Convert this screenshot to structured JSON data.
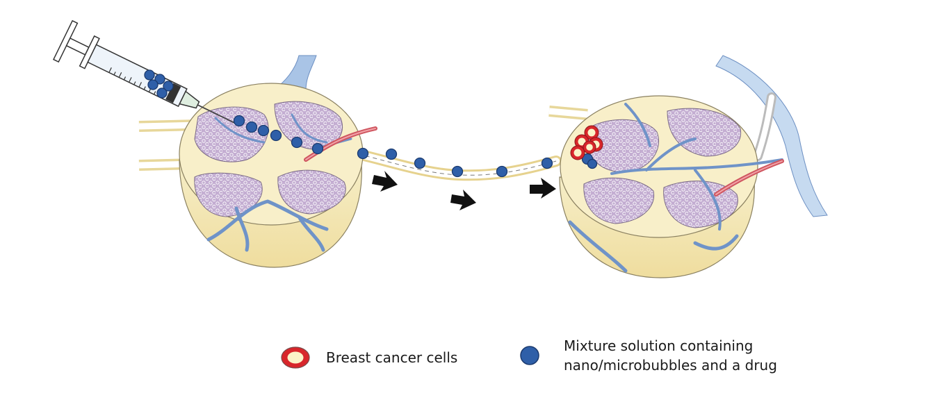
{
  "legend": {
    "cancer_label": "Breast cancer cells",
    "mixture_line1": "Mixture solution containing",
    "mixture_line2": "nano/microbubbles and a drug"
  },
  "colors": {
    "bubble_fill": "#2f5fa8",
    "bubble_stroke": "#1b3a6e",
    "cancer_outer": "#d8262b",
    "cancer_inner": "#fbf3c8",
    "tissue": "#b8a0c6",
    "capsule": "#f3e7b8",
    "vessel_blue": "#7ea4d6",
    "vessel_red": "#d8636a",
    "arrow": "#111111"
  },
  "icons": [
    "syringe-icon",
    "arrow-right-icon",
    "bubble-icon",
    "cancer-cell-icon"
  ]
}
